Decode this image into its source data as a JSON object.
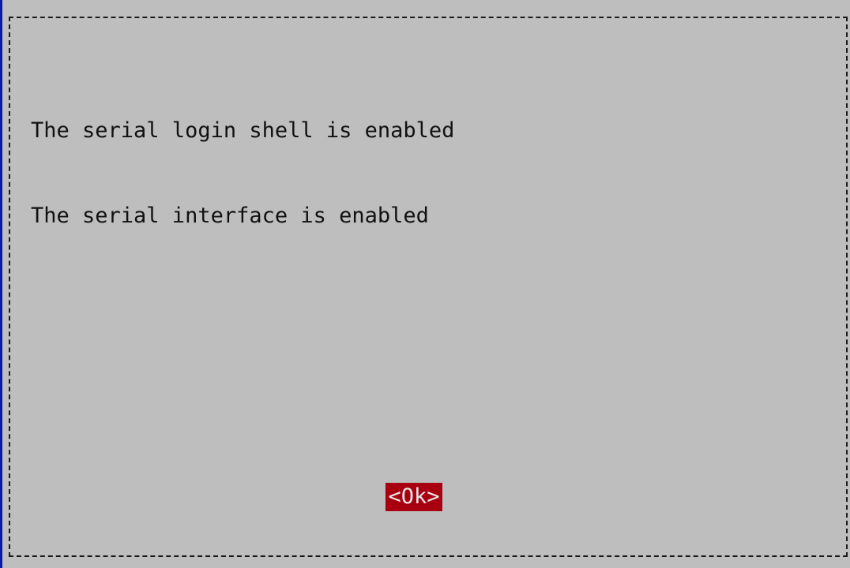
{
  "dialog": {
    "lines": [
      "The serial login shell is enabled",
      "The serial interface is enabled"
    ],
    "ok_label": "<Ok>"
  },
  "colors": {
    "background": "#bebebe",
    "border": "#1a1a1a",
    "text": "#111111",
    "button_bg": "#a80010",
    "button_text": "#e8e8e8",
    "left_edge": "#0a1aa8"
  }
}
